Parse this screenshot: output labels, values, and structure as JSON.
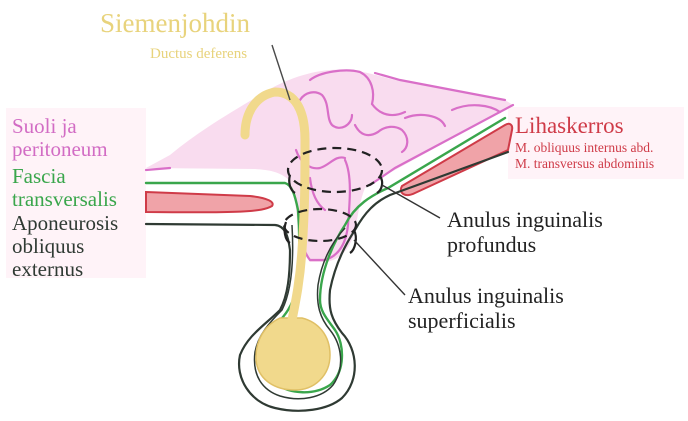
{
  "labels": {
    "ductus_fi": "Siemenjohdin",
    "ductus_la": "Ductus deferens",
    "peritoneum_line1": "Suoli ja",
    "peritoneum_line2": "peritoneum",
    "fascia_line1": "Fascia",
    "fascia_line2": "transversalis",
    "apo_line1": "Aponeurosis",
    "apo_line2": "obliquus",
    "apo_line3": "externus",
    "muscle_title": "Lihaskerros",
    "muscle_line1": "M. obliquus internus abd.",
    "muscle_line2": "M. transversus abdominis",
    "profundus_line1": "Anulus inguinalis",
    "profundus_line2": "profundus",
    "superficialis_line1": "Anulus inguinalis",
    "superficialis_line2": "superficialis"
  },
  "colors": {
    "peritoneum_fill": "#f9dcef",
    "peritoneum_stroke": "#d96fc8",
    "fascia": "#3aa64c",
    "aponeurosis": "#2f3a33",
    "muscle_fill": "#f0a3a8",
    "muscle_stroke": "#cf3b48",
    "ductus": "#f1d98c",
    "ductus_dark": "#e0c066",
    "ring": "#222222"
  }
}
